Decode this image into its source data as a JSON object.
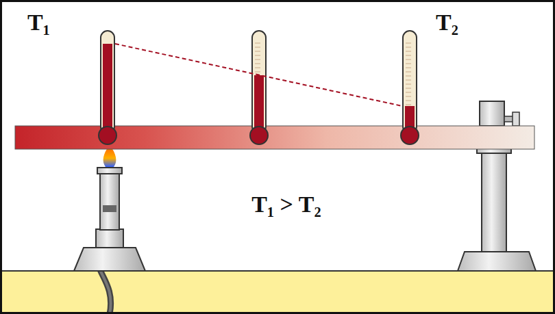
{
  "diagram": {
    "labels": [
      "T₁",
      "T₂",
      "T₁ > T₂"
    ]
  }
}
